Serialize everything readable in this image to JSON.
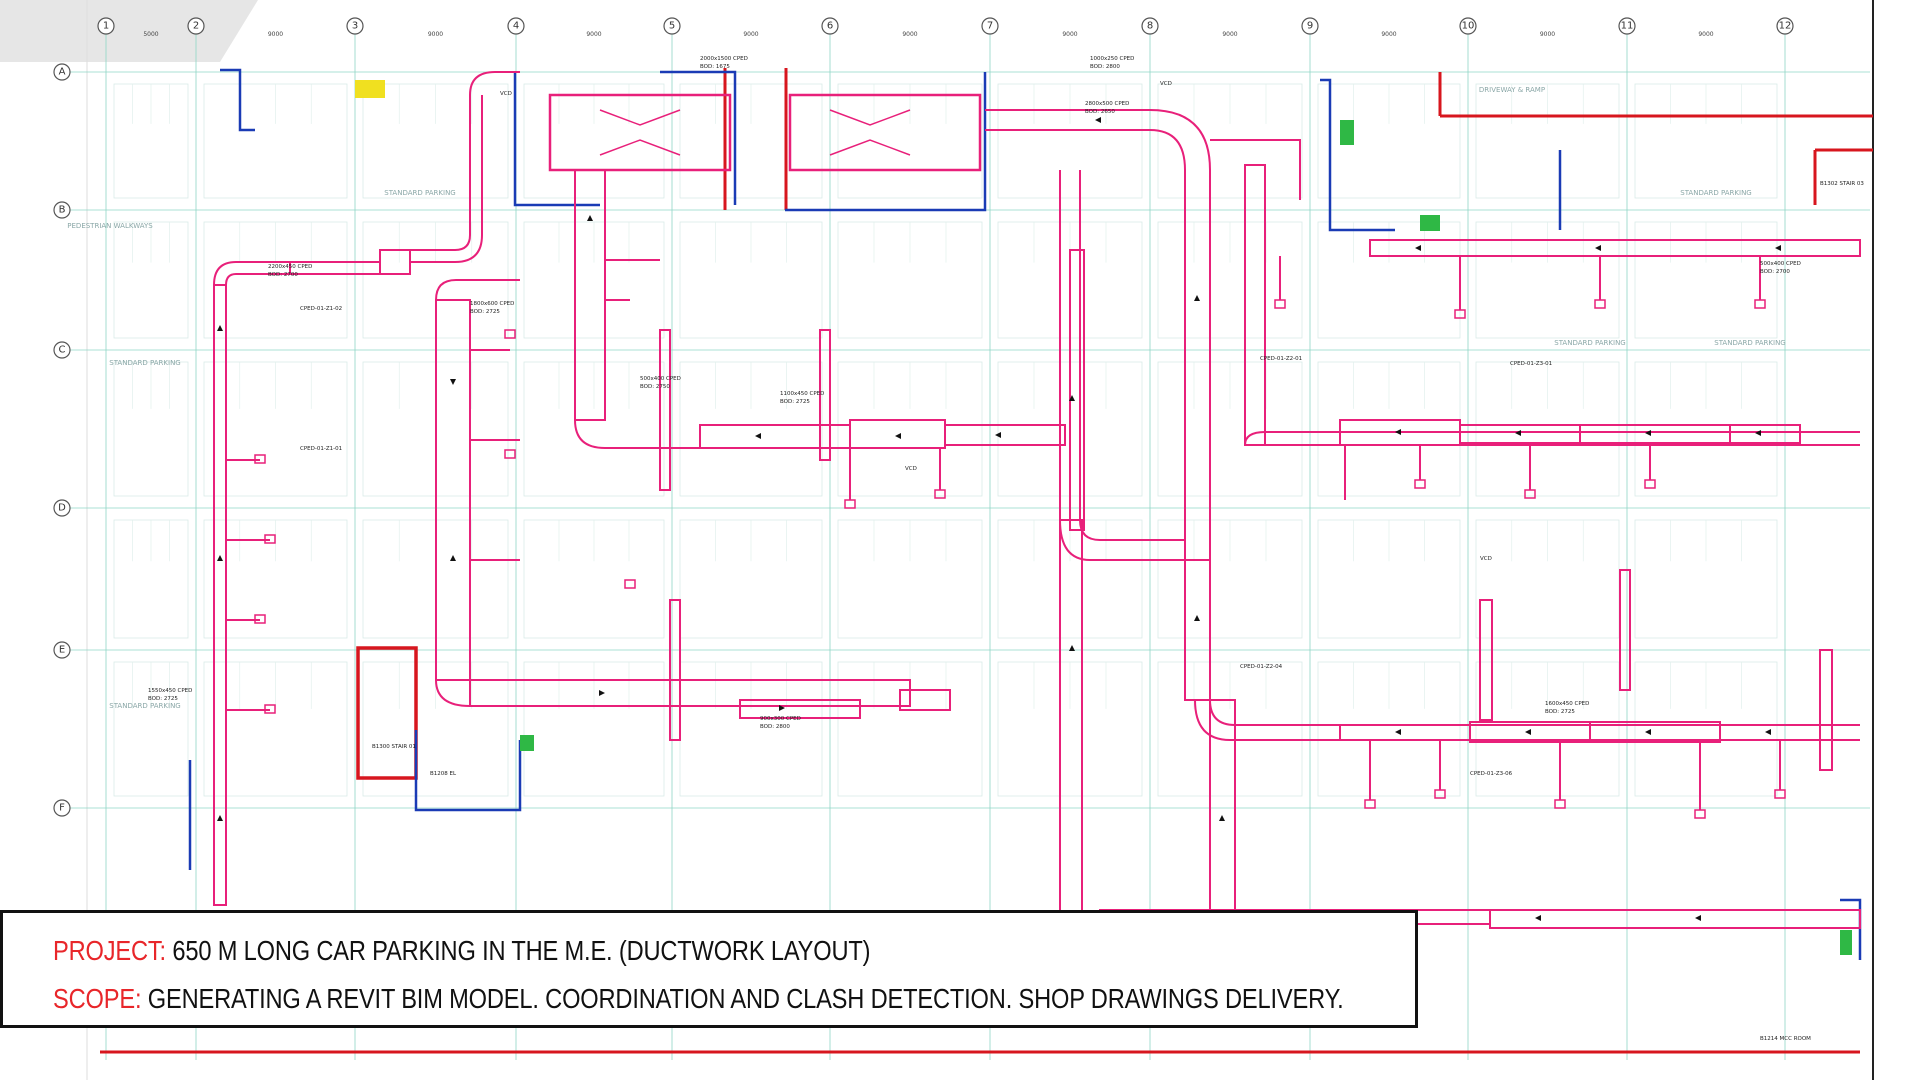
{
  "caption": {
    "project_label": "PROJECT:",
    "project_text": "650 M LONG CAR PARKING IN THE M.E. (DUCTWORK LAYOUT)",
    "scope_label": "SCOPE:",
    "scope_text": "GENERATING A REVIT BIM MODEL. COORDINATION AND CLASH DETECTION. SHOP DRAWINGS DELIVERY."
  },
  "grid": {
    "columns": [
      "1",
      "2",
      "3",
      "4",
      "5",
      "6",
      "7",
      "8",
      "9",
      "10",
      "11",
      "12"
    ],
    "rows": [
      "A",
      "B",
      "C",
      "D",
      "E",
      "F"
    ],
    "column_dimensions": [
      "5000",
      "9000",
      "9000",
      "9000",
      "9000",
      "9000",
      "9000",
      "9000",
      "9000",
      "9000",
      "9000"
    ]
  },
  "zones": [
    "STANDARD PARKING",
    "STANDARD PARKING",
    "PEDESTRIAN WALKWAYS",
    "STANDARD PARKING",
    "DRIVEWAY & RAMP",
    "STANDARD PARKING",
    "STANDARD PARKING",
    "STANDARD PARKING"
  ],
  "duct_notes": [
    "2200x450 CPED",
    "BOD: 2700",
    "1800x600 CPED",
    "BOD: 2725",
    "500x400 CPED",
    "BOD: 2750",
    "1100x450 CPED",
    "BOD: 2725",
    "900x300 CPED",
    "BOD: 2800",
    "1550x450 CPED",
    "BOD: 2725",
    "2800x500 CPED",
    "BOD: 2650",
    "500x400 CPED",
    "BOD: 2700",
    "1000x250 CPED",
    "BOD: 2800",
    "1600x450 CPED",
    "BOD: 2725",
    "2000x1500 CPED",
    "BOD: 1675"
  ],
  "tags": [
    "CPED-01-Z1-01",
    "CPED-01-Z1-02",
    "CPED-01-Z2-01",
    "CPED-01-Z2-04",
    "CPED-01-Z3-01",
    "CPED-01-Z3-06",
    "VCD",
    "VCD",
    "VCD",
    "VCD"
  ],
  "rooms": [
    "B1300 STAIR 01",
    "B1208 EL",
    "B1302 STAIR 03",
    "B1214 MCC ROOM"
  ],
  "colors": {
    "duct": "#e8207a",
    "structure": "#1a3bb5",
    "wall": "#d7161e",
    "grid": "#8fd6c6"
  }
}
